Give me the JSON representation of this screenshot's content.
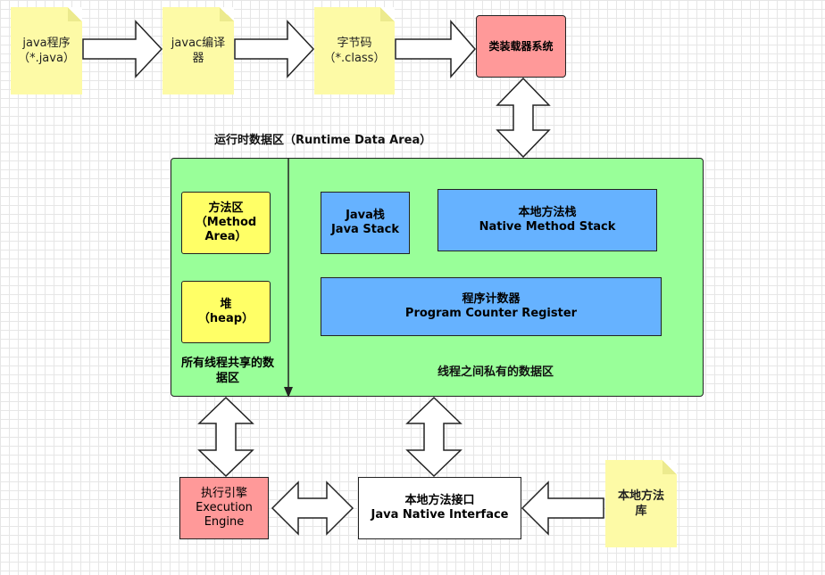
{
  "pipeline": {
    "java_program": "java程序\n（*.java）",
    "javac": "javac编译\n器",
    "bytecode": "字节码\n（*.class）",
    "classloader": "类装载器系统"
  },
  "runtime": {
    "title": "运行时数据区（Runtime Data Area）",
    "method_area": "方法区\n（Method\nArea）",
    "heap": "堆\n（heap）",
    "shared_label": "所有线程共享的数\n据区",
    "java_stack": "Java栈\nJava Stack",
    "native_stack": "本地方法栈\nNative Method Stack",
    "pc_register": "程序计数器\nProgram Counter Register",
    "private_label": "线程之间私有的数据区"
  },
  "bottom": {
    "execution_engine": "执行引擎\nExecution\nEngine",
    "jni": "本地方法接口\nJava Native Interface",
    "native_lib": "本地方法\n库"
  },
  "colors": {
    "note": "#fdfaa6",
    "runtime_area": "#99ff99",
    "shared_box": "#ffff66",
    "private_box": "#66b2ff",
    "highlight": "#ff9999"
  }
}
